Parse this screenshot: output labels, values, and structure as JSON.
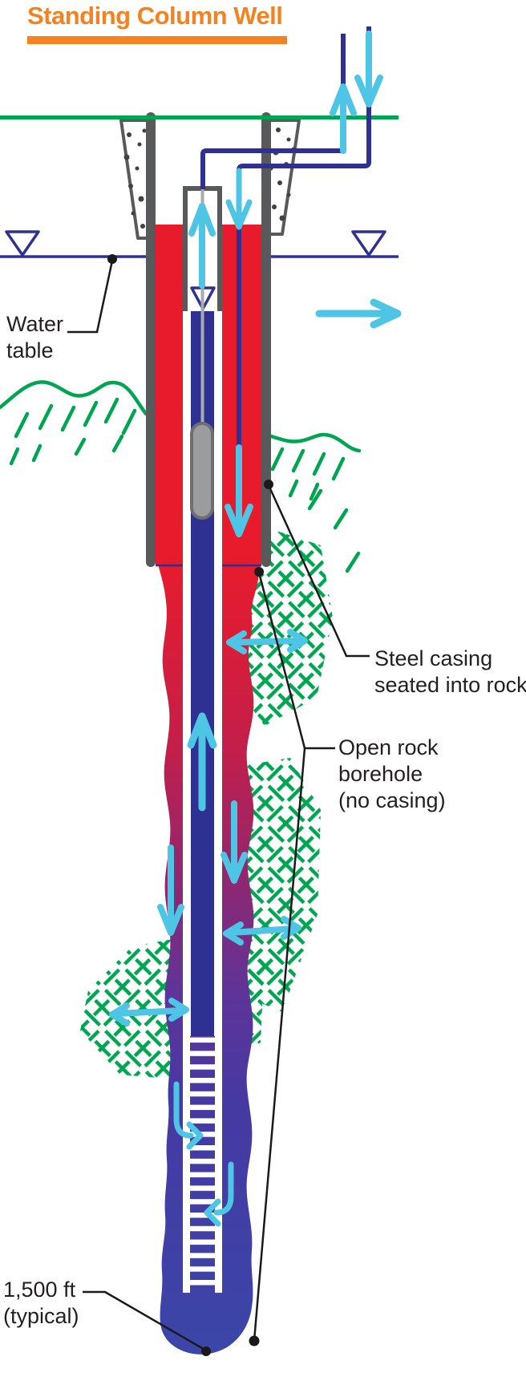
{
  "title": {
    "text": "Standing Column Well"
  },
  "labels": {
    "water_table": {
      "lines": [
        "Water",
        "table"
      ]
    },
    "steel_casing": {
      "lines": [
        "Steel casing",
        "seated into rock"
      ]
    },
    "open_rock": {
      "lines": [
        "Open rock",
        "borehole",
        "(no casing)"
      ]
    },
    "depth": {
      "lines": [
        "1,500 ft",
        "(typical)"
      ]
    }
  },
  "colors": {
    "orange": "#F58220",
    "red": "#E81B2D",
    "navy": "#2E3192",
    "cyan": "#4EC5E4",
    "green": "#00A551",
    "gray": "#58595B",
    "pump": "#9A9C9E",
    "pumpline": "#6D6E71",
    "cable": "#A7A9AC",
    "ink": "#231F20",
    "speck": "#414042",
    "grad1": "#E81B2D",
    "grad2": "#C21F4B",
    "grad3": "#8F2771",
    "grad4": "#5F3498",
    "grad5": "#4539A2",
    "grad6": "#3B46A8"
  }
}
